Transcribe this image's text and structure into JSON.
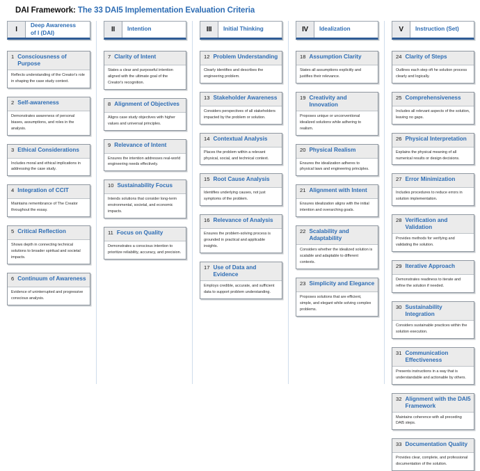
{
  "title": {
    "prefix": "DAI Framework:",
    "rest": "The 33 DAI5 Implementation Evaluation Criteria"
  },
  "colors": {
    "accent_blue": "#2e6db4",
    "header_underline": "#2f5c96",
    "card_head_bg": "#ebebeb",
    "roman_bg": "#e9eaec",
    "divider": "#cfdcec"
  },
  "columns": [
    {
      "roman": "I",
      "name": "Deep Awareness\nof I (DAI)",
      "name_lines": [
        "Deep Awareness",
        "of I (DAI)"
      ],
      "items": [
        {
          "num": "1",
          "title": "Consciousness of Purpose",
          "desc": "Reflects understanding of the Creator's role in shaping the case study context."
        },
        {
          "num": "2",
          "title": "Self-awareness",
          "desc": "Demonstrates awareness of personal biases, assumptions, and roles in the analysis."
        },
        {
          "num": "3",
          "title": "Ethical Considerations",
          "desc": "Includes moral and ethical implications in addressing the case study."
        },
        {
          "num": "4",
          "title": "Integration of CCIT",
          "desc": "Maintains remembrance of The Creator throughout the essay."
        },
        {
          "num": "5",
          "title": "Critical Reflection",
          "desc": "Shows depth in connecting technical solutions to broader spiritual and societal impacts."
        },
        {
          "num": "6",
          "title": "Continuum of Awareness",
          "desc": "Evidence of uninterrupted and progressive conscious analysis."
        }
      ]
    },
    {
      "roman": "II",
      "name": "Intention",
      "name_lines": [
        "Intention"
      ],
      "items": [
        {
          "num": "7",
          "title": "Clarity of Intent",
          "desc": "States a clear and purposeful intention aligned with the ultimate goal of the Creator's recognition."
        },
        {
          "num": "8",
          "title": "Alignment of Objectives",
          "desc": "Aligns case study objectives with higher values and universal principles."
        },
        {
          "num": "9",
          "title": "Relevance of Intent",
          "desc": "Ensures the intention addresses real-world engineering needs effectively."
        },
        {
          "num": "10",
          "title": "Sustainability Focus",
          "desc": "Intends solutions that consider long-term environmental, societal, and economic impacts."
        },
        {
          "num": "11",
          "title": "Focus on Quality",
          "desc": "Demonstrates a conscious intention to prioritize reliability, accuracy, and precision."
        }
      ]
    },
    {
      "roman": "III",
      "name": "Initial Thinking",
      "name_lines": [
        "Initial Thinking"
      ],
      "items": [
        {
          "num": "12",
          "title": "Problem Understanding",
          "desc": "Clearly identifies and describes the engineering problem."
        },
        {
          "num": "13",
          "title": "Stakeholder Awareness",
          "desc": "Considers perspectives of all stakeholders impacted by the problem or solution."
        },
        {
          "num": "14",
          "title": "Contextual Analysis",
          "desc": "Places the problem within a relevant physical, social, and technical context."
        },
        {
          "num": "15",
          "title": "Root Cause Analysis",
          "desc": "Identifies underlying causes, not just symptoms of the problem."
        },
        {
          "num": "16",
          "title": "Relevance of Analysis",
          "desc": "Ensures the problem-solving process is grounded in practical and applicable insights."
        },
        {
          "num": "17",
          "title": "Use of Data and Evidence",
          "desc": "Employs credible, accurate, and sufficient data to support problem understanding."
        }
      ]
    },
    {
      "roman": "IV",
      "name": "Idealization",
      "name_lines": [
        "Idealization"
      ],
      "items": [
        {
          "num": "18",
          "title": "Assumption Clarity",
          "desc": "States all assumptions explicitly and justifies their relevance."
        },
        {
          "num": "19",
          "title": "Creativity and Innovation",
          "desc": "Proposes unique or unconventional idealized solutions while adhering to realism."
        },
        {
          "num": "20",
          "title": "Physical Realism",
          "desc": "Ensures the idealization adheres to physical laws and engineering principles."
        },
        {
          "num": "21",
          "title": "Alignment with Intent",
          "desc": "Ensures idealization aligns with the initial intention and overarching goals."
        },
        {
          "num": "22",
          "title": "Scalability and Adaptability",
          "desc": "Considers whether the idealized solution is scalable and adaptable to different contexts."
        },
        {
          "num": "23",
          "title": "Simplicity and Elegance",
          "desc": "Proposes solutions that are efficient, simple, and elegant while solving complex problems."
        }
      ]
    },
    {
      "roman": "V",
      "name": "Instruction (Set)",
      "name_lines": [
        "Instruction (Set)"
      ],
      "items": [
        {
          "num": "24",
          "title": "Clarity of Steps",
          "desc": "Outlines each step oft he solution process clearly and logically."
        },
        {
          "num": "25",
          "title": "Comprehensiveness",
          "desc": "Includes all relevant aspects of the solution, leaving no gaps."
        },
        {
          "num": "26",
          "title": "Physical Interpretation",
          "desc": "Explains the physical meaning of all numerical results or design decisions."
        },
        {
          "num": "27",
          "title": "Error Minimization",
          "desc": "Includes procedures to reduce errors in solution implementation."
        },
        {
          "num": "28",
          "title": "Verification and Validation",
          "desc": "Provides methods for verifying and validating the solution."
        },
        {
          "num": "29",
          "title": "Iterative Approach",
          "desc": "Demonstrates readiness to iterate and refine the solution if needed."
        },
        {
          "num": "30",
          "title": "Sustainability Integration",
          "desc": "Considers sustainable practices within the solution execution."
        },
        {
          "num": "31",
          "title": "Communication Effectiveness",
          "desc": "Presents instructions in a way that is understandable and actionable by others."
        },
        {
          "num": "32",
          "title": "Alignment with the DAI5 Framework",
          "desc": "Maintains coherence with all preceding DAI5 steps."
        },
        {
          "num": "33",
          "title": "Documentation Quality",
          "desc": "Provides clear, complete, and professional documentation of the solution."
        }
      ]
    }
  ]
}
